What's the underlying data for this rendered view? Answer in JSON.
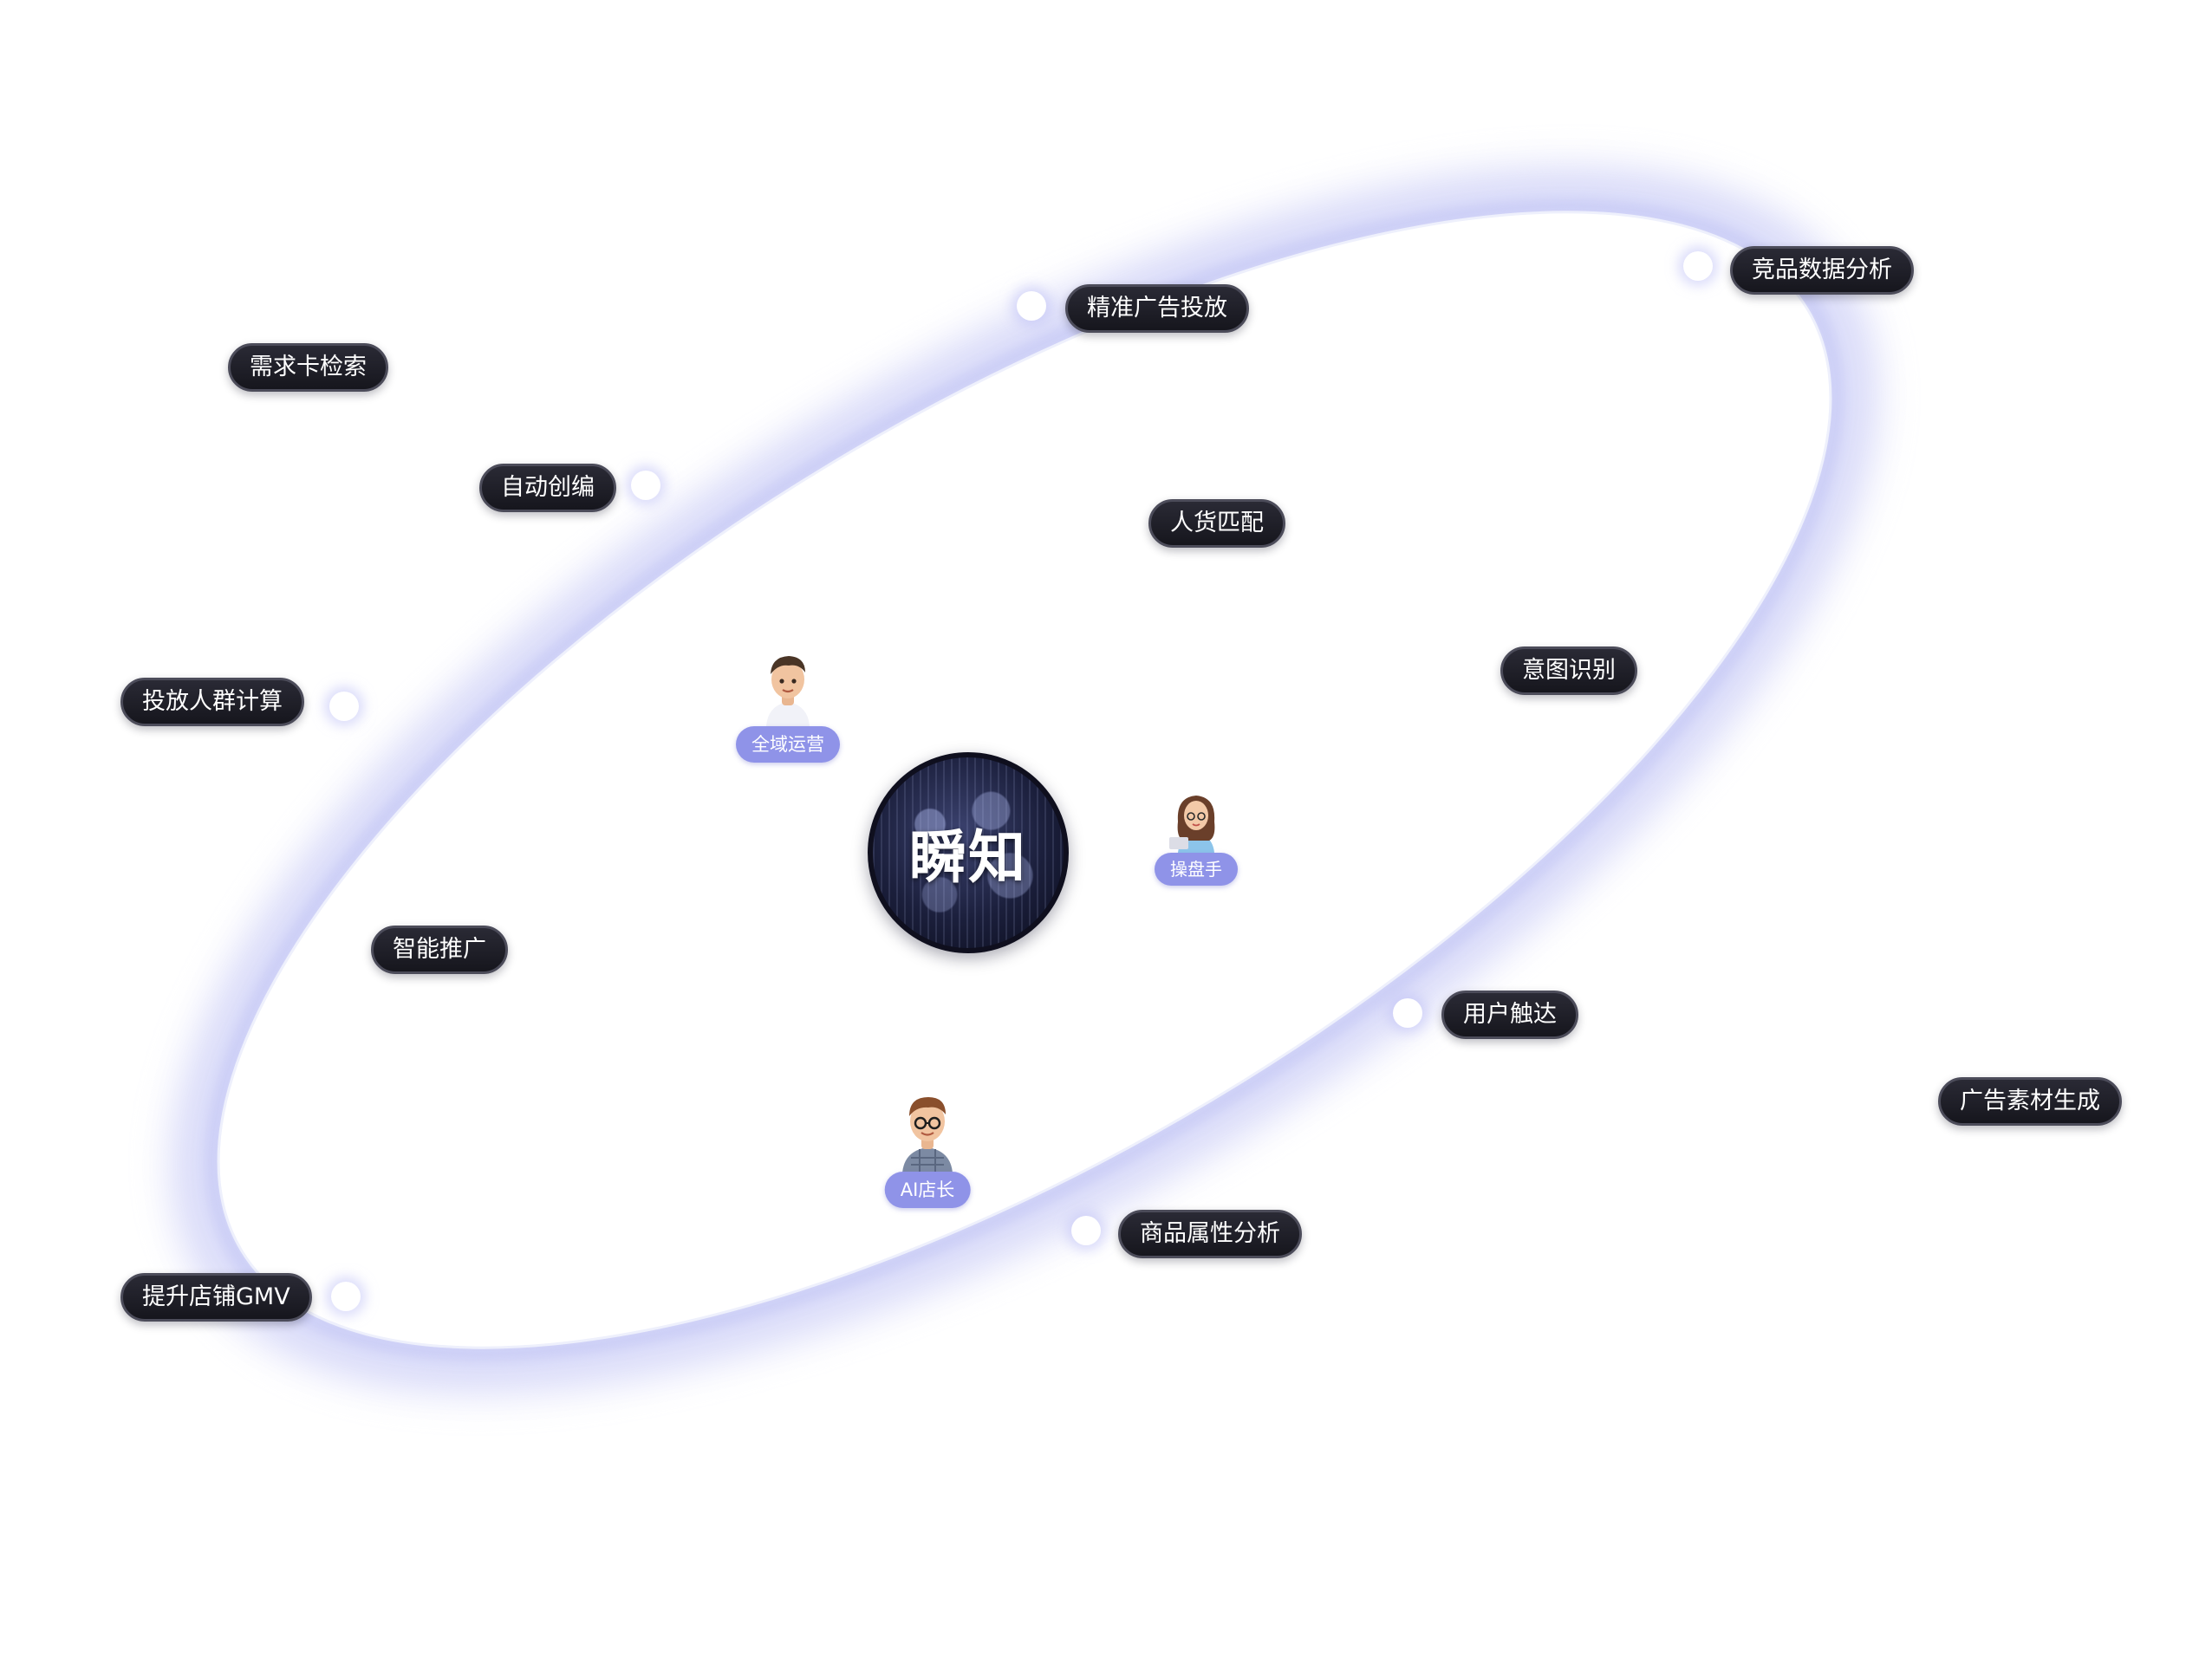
{
  "center": {
    "title": "瞬知"
  },
  "agents": [
    {
      "name": "全域运营",
      "avatar": "man-with-shirt-avatar"
    },
    {
      "name": "操盘手",
      "avatar": "woman-with-laptop-avatar"
    },
    {
      "name": "AI店长",
      "avatar": "man-with-glasses-avatar"
    }
  ],
  "capabilities": [
    "需求卡检索",
    "自动创编",
    "精准广告投放",
    "竞品数据分析",
    "人货匹配",
    "意图识别",
    "投放人群计算",
    "智能推广",
    "用户触达",
    "广告素材生成",
    "商品属性分析",
    "提升店铺GMV"
  ],
  "colors": {
    "pill_bg": "#1c1c24",
    "pill_border": "#4c4c5a",
    "role_tag": "#8f93e8",
    "orbit_glow": "#c9cbf6",
    "globe": "#1b1f3c"
  }
}
